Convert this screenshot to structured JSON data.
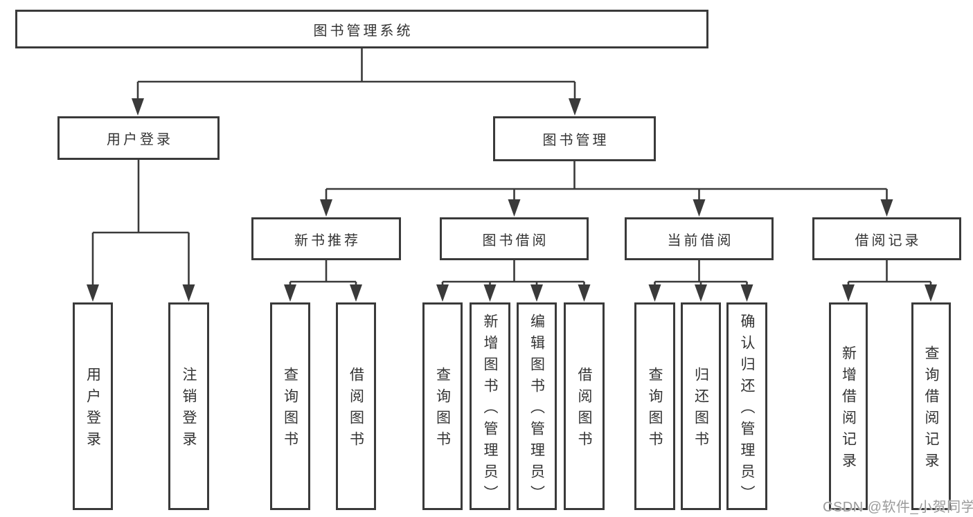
{
  "title": "图书管理系统",
  "branches": {
    "user_login": {
      "label": "用户登录",
      "children": [
        "用户登录",
        "注销登录"
      ]
    },
    "book_management": {
      "label": "图书管理",
      "modules": [
        {
          "label": "新书推荐",
          "children": [
            "查询图书",
            "借阅图书"
          ]
        },
        {
          "label": "图书借阅",
          "children": [
            "查询图书",
            "新增图书（管理员）",
            "编辑图书（管理员）",
            "借阅图书"
          ]
        },
        {
          "label": "当前借阅",
          "children": [
            "查询图书",
            "归还图书",
            "确认归还（管理员）"
          ]
        },
        {
          "label": "借阅记录",
          "children": [
            "新增借阅记录",
            "查询借阅记录"
          ]
        }
      ]
    }
  },
  "watermark": "CSDN @软件_小贺同学",
  "colors": {
    "line": "#3a3a3a",
    "text": "#333333",
    "watermark": "#9b9b9b",
    "background": "#ffffff"
  }
}
